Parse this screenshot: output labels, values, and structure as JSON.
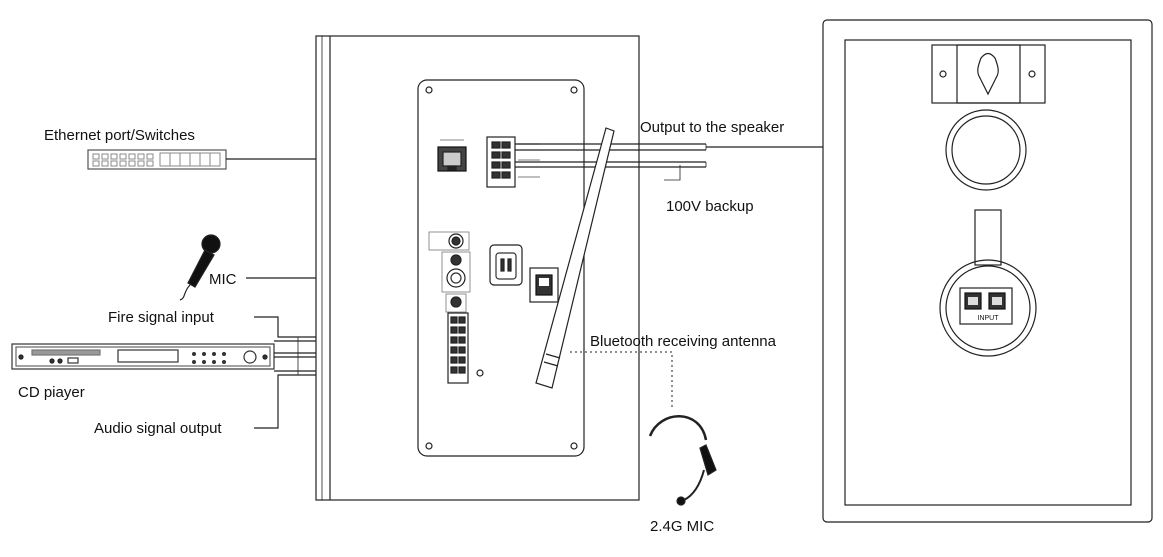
{
  "labels": {
    "ethernet": "Ethernet port/Switches",
    "output_speaker": "Output to the speaker",
    "backup_100v": "100V backup",
    "mic": "MIC",
    "fire_signal": "Fire signal input",
    "bluetooth_antenna": "Bluetooth receiving antenna",
    "cd_player": "CD piayer",
    "audio_output": "Audio signal output",
    "mic_24g": "2.4G MIC",
    "input_terminal": "INPUT"
  },
  "colors": {
    "line": "#222222",
    "panel_fill": "#ffffff"
  }
}
